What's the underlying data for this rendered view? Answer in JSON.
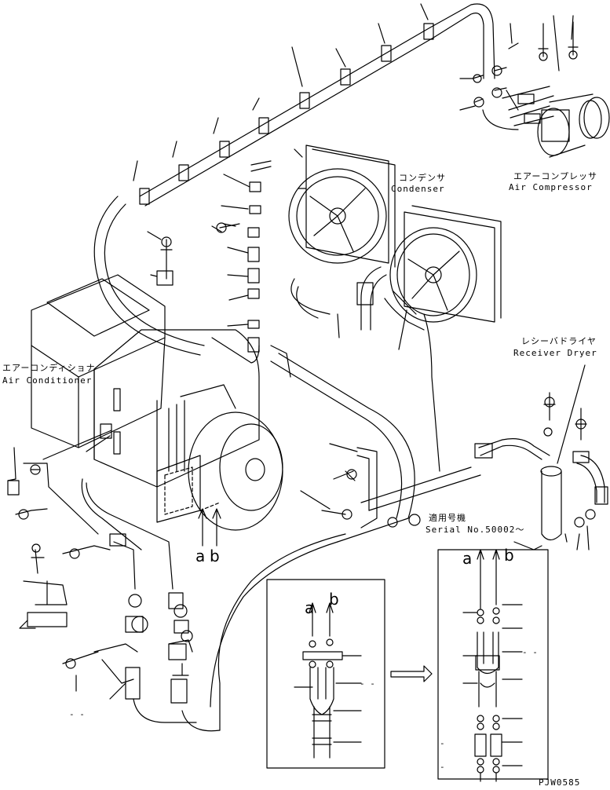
{
  "labels": {
    "condenser_jp": "コンデンサ",
    "condenser_en": "Condenser",
    "compressor_jp": "エアーコンプレッサ",
    "compressor_en": "Air Compressor",
    "receiver_jp": "レシーバドライヤ",
    "receiver_en": "Receiver Dryer",
    "aircon_jp": "エアーコンディショナ",
    "aircon_en": "Air Conditioner",
    "serial_jp": "適用号機",
    "serial_en": "Serial No.50002～",
    "a": "a",
    "b": "b",
    "drawing_id": "PJW0585"
  }
}
